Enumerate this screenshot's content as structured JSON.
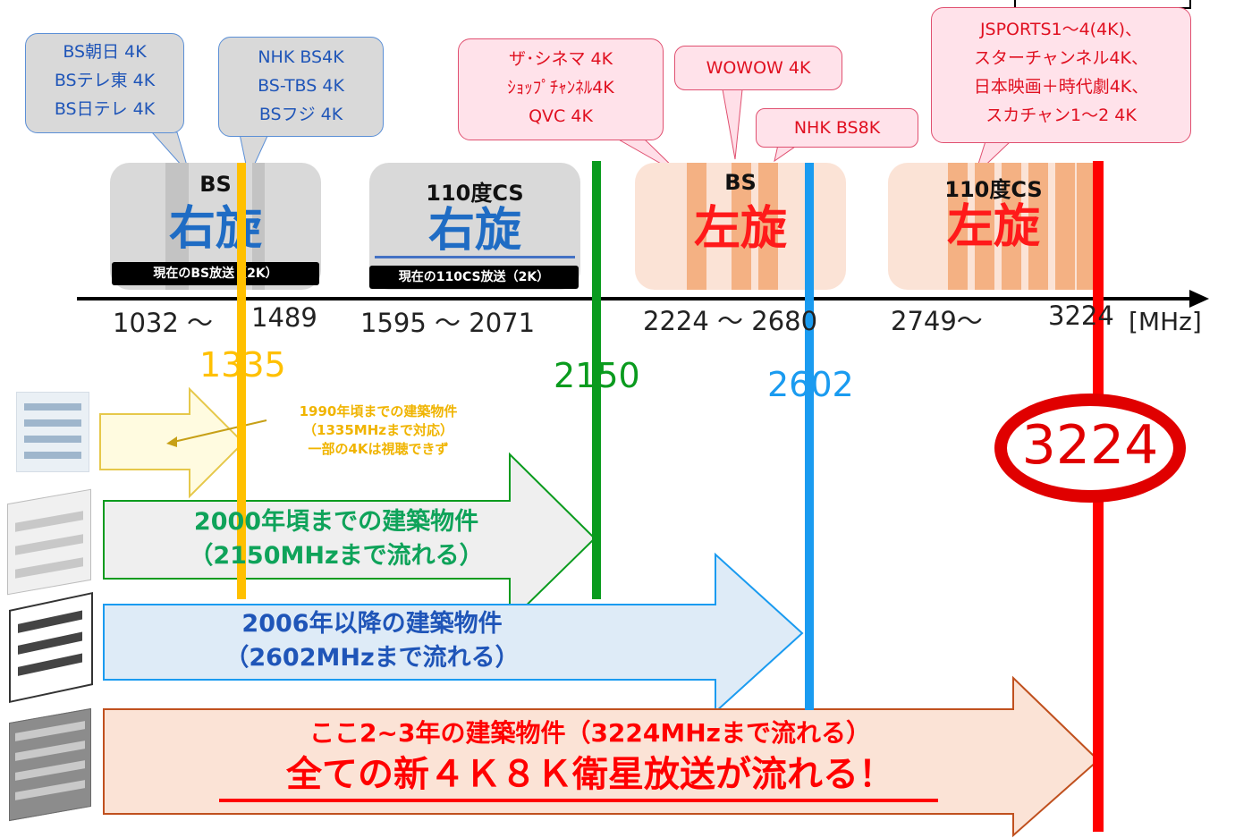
{
  "bands": {
    "bs_right": {
      "top": "BS",
      "main": "右旋",
      "bar": "現在のBS放送（2K）"
    },
    "cs_right": {
      "top": "110度CS",
      "main": "右旋",
      "bar": "現在の110CS放送（2K）"
    },
    "bs_left": {
      "top": "BS",
      "main": "左旋"
    },
    "cs_left": {
      "top": "110度CS",
      "main": "左旋"
    }
  },
  "callouts": {
    "bs_asahi": [
      "BS朝日 4K",
      "BSテレ東 4K",
      "BS日テレ 4K"
    ],
    "nhk_bs4k": [
      "NHK BS4K",
      "BS-TBS 4K",
      "BSフジ 4K"
    ],
    "cinema": [
      "ザ･シネマ 4K",
      "ｼｮｯﾌﾟﾁｬﾝﾈﾙ4K",
      "QVC 4K"
    ],
    "wowow": [
      "WOWOW 4K"
    ],
    "nhk_bs8k": [
      "NHK  BS8K"
    ],
    "jsports": [
      "JSPORTS1～4(4K)、",
      "スターチャンネル4K、",
      "日本映画＋時代劇4K、",
      "スカチャン1～2  4K"
    ]
  },
  "axis": {
    "unit": "[MHz]",
    "ranges": [
      {
        "text": "1032 ～"
      },
      {
        "text": "1489"
      },
      {
        "text": "1595  ～  2071"
      },
      {
        "text": "2224  ～  2680"
      },
      {
        "text": "2749～"
      },
      {
        "text": "3224"
      }
    ]
  },
  "markers": {
    "m1335": "1335",
    "m2150": "2150",
    "m2602": "2602",
    "m3224": "3224"
  },
  "colors": {
    "yellow": "#ffc000",
    "green": "#0a9b1e",
    "blue": "#1a9bf0",
    "red": "#ff0000"
  },
  "arrows": {
    "a1990": {
      "lines": [
        "1990年頃までの建築物件",
        "（1335MHzまで対応）",
        "一部の4Kは視聴できず"
      ]
    },
    "a2000": {
      "lines": [
        "2000年頃までの建築物件",
        "（2150MHzまで流れる）"
      ]
    },
    "a2006": {
      "lines": [
        "2006年以降の建築物件",
        "（2602MHzまで流れる）"
      ]
    },
    "anew": {
      "line1": "ここ2~3年の建築物件（3224MHzまで流れる）",
      "line2": "全ての新４Ｋ８Ｋ衛星放送が流れる！"
    }
  }
}
